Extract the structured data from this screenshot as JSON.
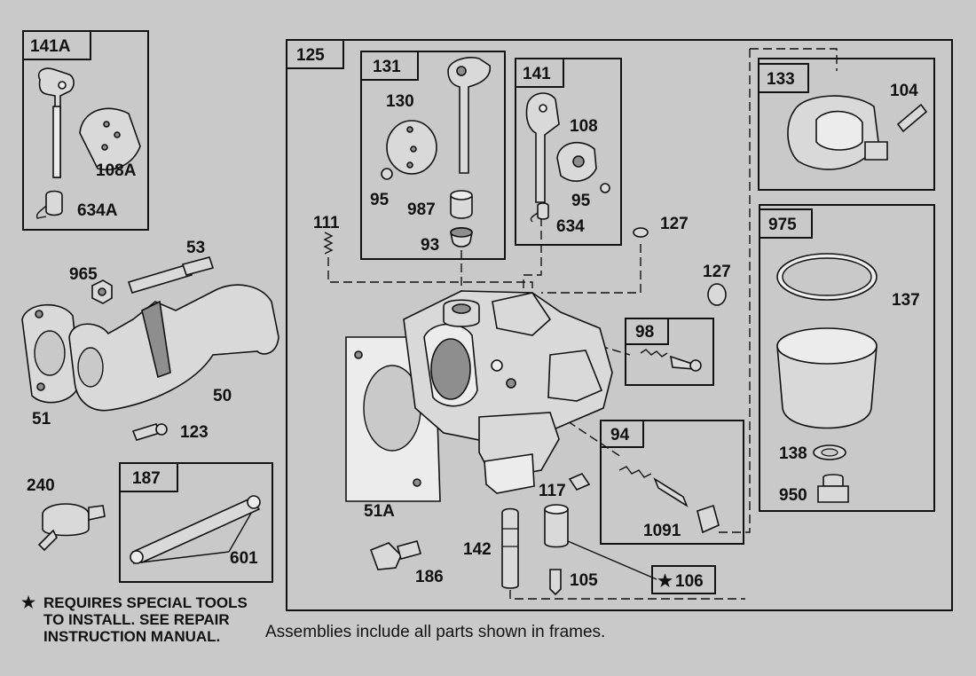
{
  "frames": {
    "f141a": "141A",
    "f125": "125",
    "f131": "131",
    "f141": "141",
    "f133": "133",
    "f975": "975",
    "f98": "98",
    "f94": "94",
    "f187": "187",
    "f106": "106"
  },
  "parts": {
    "p108a": "108A",
    "p634a": "634A",
    "p130": "130",
    "p95a": "95",
    "p987": "987",
    "p93": "93",
    "p108": "108",
    "p95b": "95",
    "p634": "634",
    "p104": "104",
    "p111": "111",
    "p127a": "127",
    "p127b": "127",
    "p137": "137",
    "p53": "53",
    "p965": "965",
    "p50": "50",
    "p51": "51",
    "p123": "123",
    "p240": "240",
    "p601": "601",
    "p51a": "51A",
    "p117": "117",
    "p1091": "1091",
    "p142": "142",
    "p105": "105",
    "p186": "186",
    "p138": "138",
    "p950": "950"
  },
  "special_marker": "★",
  "notes": {
    "star": "★",
    "tools_line1": "REQUIRES SPECIAL TOOLS",
    "tools_line2": "TO INSTALL.  SEE REPAIR",
    "tools_line3": "INSTRUCTION MANUAL.",
    "frames_note": "Assemblies include all parts shown in frames."
  }
}
